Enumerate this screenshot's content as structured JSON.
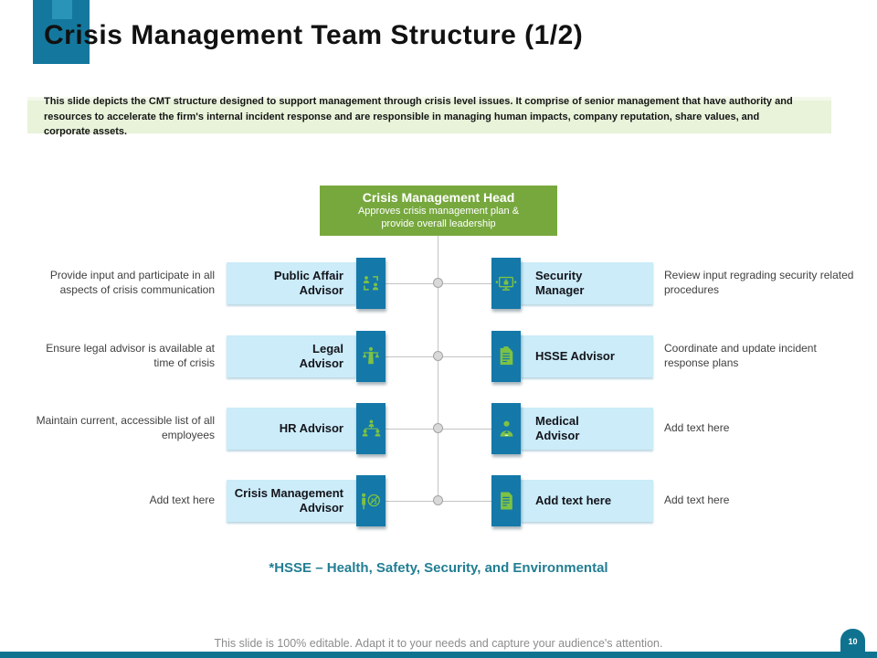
{
  "slide": {
    "title": "Crisis Management Team Structure (1/2)",
    "description": "This slide depicts the CMT structure designed to support management through crisis level issues. It comprise of senior management that have authority and resources to accelerate the firm's internal incident response and are responsible in managing human impacts, company reputation, share values, and corporate assets.",
    "footnote": "*HSSE – Health, Safety, Security, and Environmental",
    "footer_caption": "This slide is 100% editable. Adapt it to your needs and capture your audience's attention.",
    "page_number": "10"
  },
  "org_chart": {
    "head": {
      "title": "Crisis Management Head",
      "subtitle": "Approves crisis management plan &\nprovide overall leadership"
    },
    "rows": [
      {
        "left_note": "Provide input and participate in all aspects of crisis communication",
        "left_label": "Public Affair\nAdvisor",
        "left_icon": "people-communication-icon",
        "right_icon": "security-monitor-icon",
        "right_label": "Security\nManager",
        "right_note": "Review input regrading security related procedures"
      },
      {
        "left_note": "Ensure legal advisor is available at time of crisis",
        "left_label": "Legal\nAdvisor",
        "left_icon": "scales-of-justice-icon",
        "right_icon": "clipboard-icon",
        "right_label": "HSSE Advisor",
        "right_note": "Coordinate and update incident response plans"
      },
      {
        "left_note": "Maintain current, accessible list of all employees",
        "left_label": "HR Advisor",
        "left_icon": "org-hierarchy-icon",
        "right_icon": "medical-person-icon",
        "right_label": "Medical\nAdvisor",
        "right_note": "Add text here"
      },
      {
        "left_note": "Add text here",
        "left_label": "Crisis Management\nAdvisor",
        "left_icon": "person-search-icon",
        "right_icon": "document-icon",
        "right_label": "Add text here",
        "right_note": "Add text here"
      }
    ]
  },
  "colors": {
    "accent_teal": "#0f7390",
    "title_deco_dark": "#14789e",
    "title_deco_light": "#2a93b8",
    "banner_green": "#e8f3da",
    "head_green": "#77a83e",
    "box_blue": "#cbecf8",
    "icon_blue": "#1478a9",
    "glyph_green": "#7dc243",
    "footnote_teal": "#227e93",
    "line_gray": "#c4c4c4"
  }
}
